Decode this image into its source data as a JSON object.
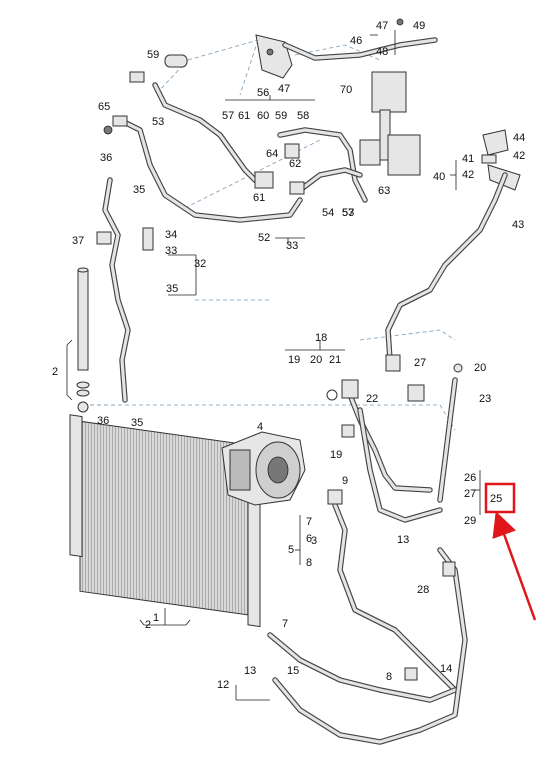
{
  "labels": [
    {
      "id": "n1",
      "text": "1"
    },
    {
      "id": "n2a",
      "text": "2"
    },
    {
      "id": "n2b",
      "text": "2"
    },
    {
      "id": "n3",
      "text": "3"
    },
    {
      "id": "n4",
      "text": "4"
    },
    {
      "id": "n5",
      "text": "5"
    },
    {
      "id": "n6",
      "text": "6"
    },
    {
      "id": "n7a",
      "text": "7"
    },
    {
      "id": "n7b",
      "text": "7"
    },
    {
      "id": "n8a",
      "text": "8"
    },
    {
      "id": "n8b",
      "text": "8"
    },
    {
      "id": "n9",
      "text": "9"
    },
    {
      "id": "n12",
      "text": "12"
    },
    {
      "id": "n13a",
      "text": "13"
    },
    {
      "id": "n13b",
      "text": "13"
    },
    {
      "id": "n14",
      "text": "14"
    },
    {
      "id": "n15",
      "text": "15"
    },
    {
      "id": "n18",
      "text": "18"
    },
    {
      "id": "n19a",
      "text": "19"
    },
    {
      "id": "n19b",
      "text": "19"
    },
    {
      "id": "n20a",
      "text": "20"
    },
    {
      "id": "n20b",
      "text": "20"
    },
    {
      "id": "n21",
      "text": "21"
    },
    {
      "id": "n22",
      "text": "22"
    },
    {
      "id": "n23",
      "text": "23"
    },
    {
      "id": "n25",
      "text": "25"
    },
    {
      "id": "n26",
      "text": "26"
    },
    {
      "id": "n27a",
      "text": "27"
    },
    {
      "id": "n27b",
      "text": "27"
    },
    {
      "id": "n28",
      "text": "28"
    },
    {
      "id": "n29",
      "text": "29"
    },
    {
      "id": "n32",
      "text": "32"
    },
    {
      "id": "n33a",
      "text": "33"
    },
    {
      "id": "n33b",
      "text": "33"
    },
    {
      "id": "n34",
      "text": "34"
    },
    {
      "id": "n35a",
      "text": "35"
    },
    {
      "id": "n35b",
      "text": "35"
    },
    {
      "id": "n35c",
      "text": "35"
    },
    {
      "id": "n36a",
      "text": "36"
    },
    {
      "id": "n36b",
      "text": "36"
    },
    {
      "id": "n37",
      "text": "37"
    },
    {
      "id": "n40",
      "text": "40"
    },
    {
      "id": "n41",
      "text": "41"
    },
    {
      "id": "n42a",
      "text": "42"
    },
    {
      "id": "n42b",
      "text": "42"
    },
    {
      "id": "n43",
      "text": "43"
    },
    {
      "id": "n44",
      "text": "44"
    },
    {
      "id": "n46",
      "text": "46"
    },
    {
      "id": "n47a",
      "text": "47"
    },
    {
      "id": "n47b",
      "text": "47"
    },
    {
      "id": "n48",
      "text": "48"
    },
    {
      "id": "n49",
      "text": "49"
    },
    {
      "id": "n52",
      "text": "52"
    },
    {
      "id": "n53a",
      "text": "53"
    },
    {
      "id": "n53b",
      "text": "53"
    },
    {
      "id": "n54",
      "text": "54"
    },
    {
      "id": "n56",
      "text": "56"
    },
    {
      "id": "n57a",
      "text": "57"
    },
    {
      "id": "n57b",
      "text": "57"
    },
    {
      "id": "n58",
      "text": "58"
    },
    {
      "id": "n59a",
      "text": "59"
    },
    {
      "id": "n59b",
      "text": "59"
    },
    {
      "id": "n60",
      "text": "60"
    },
    {
      "id": "n61a",
      "text": "61"
    },
    {
      "id": "n61b",
      "text": "61"
    },
    {
      "id": "n62",
      "text": "62"
    },
    {
      "id": "n63",
      "text": "63"
    },
    {
      "id": "n64",
      "text": "64"
    },
    {
      "id": "n65",
      "text": "65"
    },
    {
      "id": "n70",
      "text": "70"
    }
  ],
  "highlight": {
    "label": "25",
    "color": "#e0161b"
  },
  "colors": {
    "pipe": "#444444",
    "callout_dash": "#7a9ab5",
    "highlight": "#e0161b"
  }
}
